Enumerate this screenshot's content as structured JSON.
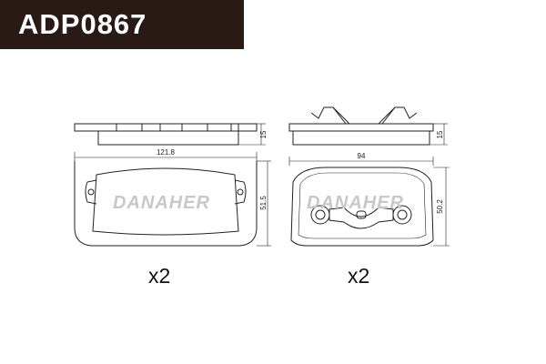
{
  "header": {
    "part_number": "ADP0867"
  },
  "pads": [
    {
      "dims": {
        "width": "121.8",
        "height": "51.5",
        "thickness": "15"
      },
      "watermark": "DANAHER",
      "quantity": "x2"
    },
    {
      "dims": {
        "width": "94",
        "height": "50.2",
        "thickness": "15"
      },
      "watermark": "DANAHER",
      "quantity": "x2"
    }
  ],
  "colors": {
    "title_bg": "#2a1a15",
    "line": "#222222",
    "watermark": "#c8c8c8"
  }
}
